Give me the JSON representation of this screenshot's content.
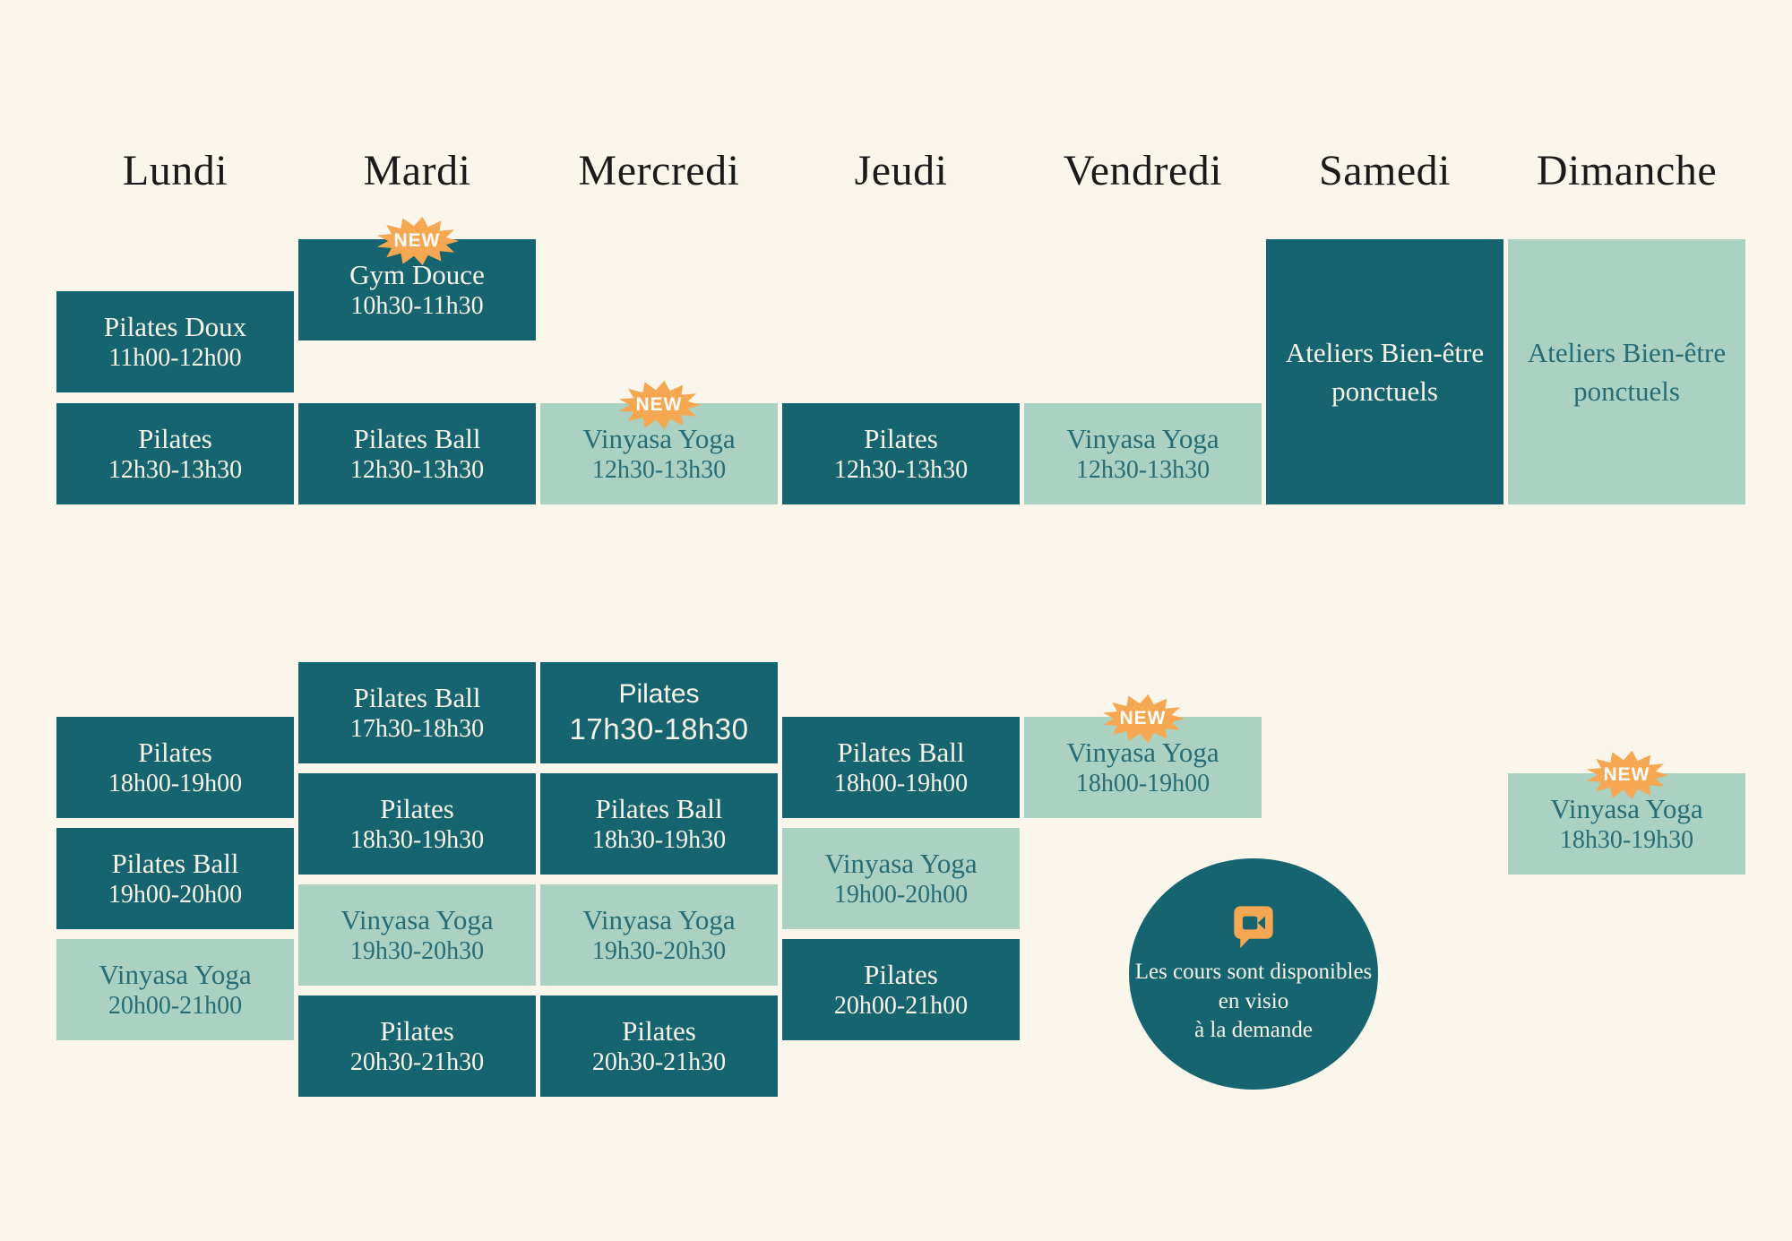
{
  "palette": {
    "background": "#faf6eb",
    "dark_teal": "#166470",
    "light_sage": "#abd1c2",
    "accent_orange": "#f5a851",
    "header_text": "#1a1a1a",
    "text_on_dark": "#f8f4e8",
    "text_on_light": "#266d75"
  },
  "badge_label": "NEW",
  "days": [
    {
      "label": "Lundi",
      "blocks": [
        {
          "title": "Pilates Doux",
          "time": "11h00-12h00",
          "variant": "dark",
          "start": "11h00"
        },
        {
          "title": "Pilates",
          "time": "12h30-13h30",
          "variant": "dark",
          "start": "12h30"
        },
        {
          "title": "Pilates",
          "time": "18h00-19h00",
          "variant": "dark",
          "start": "18h00"
        },
        {
          "title": "Pilates Ball",
          "time": "19h00-20h00",
          "variant": "dark",
          "start": "19h00"
        },
        {
          "title": "Vinyasa Yoga",
          "time": "20h00-21h00",
          "variant": "light",
          "start": "20h00"
        }
      ]
    },
    {
      "label": "Mardi",
      "blocks": [
        {
          "title": "Gym Douce",
          "time": "10h30-11h30",
          "variant": "dark",
          "start": "10h30",
          "new": true
        },
        {
          "title": "Pilates Ball",
          "time": "12h30-13h30",
          "variant": "dark",
          "start": "12h30"
        },
        {
          "title": "Pilates Ball",
          "time": "17h30-18h30",
          "variant": "dark",
          "start": "17h30"
        },
        {
          "title": "Pilates",
          "time": "18h30-19h30",
          "variant": "dark",
          "start": "18h30"
        },
        {
          "title": "Vinyasa Yoga",
          "time": "19h30-20h30",
          "variant": "light",
          "start": "19h30"
        },
        {
          "title": "Pilates",
          "time": "20h30-21h30",
          "variant": "dark",
          "start": "20h30"
        }
      ]
    },
    {
      "label": "Mercredi",
      "blocks": [
        {
          "title": "Vinyasa Yoga",
          "time": "12h30-13h30",
          "variant": "light",
          "start": "12h30",
          "new": true
        },
        {
          "title": "Pilates",
          "time": "17h30-18h30",
          "variant": "dark",
          "start": "17h30",
          "alt_font": true
        },
        {
          "title": "Pilates Ball",
          "time": "18h30-19h30",
          "variant": "dark",
          "start": "18h30"
        },
        {
          "title": "Vinyasa Yoga",
          "time": "19h30-20h30",
          "variant": "light",
          "start": "19h30"
        },
        {
          "title": "Pilates",
          "time": "20h30-21h30",
          "variant": "dark",
          "start": "20h30"
        }
      ]
    },
    {
      "label": "Jeudi",
      "blocks": [
        {
          "title": "Pilates",
          "time": "12h30-13h30",
          "variant": "dark",
          "start": "12h30"
        },
        {
          "title": "Pilates Ball",
          "time": "18h00-19h00",
          "variant": "dark",
          "start": "18h00"
        },
        {
          "title": "Vinyasa Yoga",
          "time": "19h00-20h00",
          "variant": "light",
          "start": "19h00"
        },
        {
          "title": "Pilates",
          "time": "20h00-21h00",
          "variant": "dark",
          "start": "20h00"
        }
      ]
    },
    {
      "label": "Vendredi",
      "blocks": [
        {
          "title": "Vinyasa Yoga",
          "time": "12h30-13h30",
          "variant": "light",
          "start": "12h30"
        },
        {
          "title": "Vinyasa Yoga",
          "time": "18h00-19h00",
          "variant": "light",
          "start": "18h00",
          "new": true
        }
      ]
    },
    {
      "label": "Samedi",
      "blocks": [
        {
          "title": "Ateliers Bien-être ponctuels",
          "time": "",
          "variant": "dark",
          "tall": true
        }
      ]
    },
    {
      "label": "Dimanche",
      "blocks": [
        {
          "title": "Ateliers Bien-être ponctuels",
          "time": "",
          "variant": "light",
          "tall": true
        },
        {
          "title": "Vinyasa Yoga",
          "time": "18h30-19h30",
          "variant": "light",
          "start": "18h30",
          "new": true
        }
      ]
    }
  ],
  "visio_note": {
    "lines": [
      "Les cours sont disponibles",
      "en visio",
      "à la demande"
    ]
  }
}
